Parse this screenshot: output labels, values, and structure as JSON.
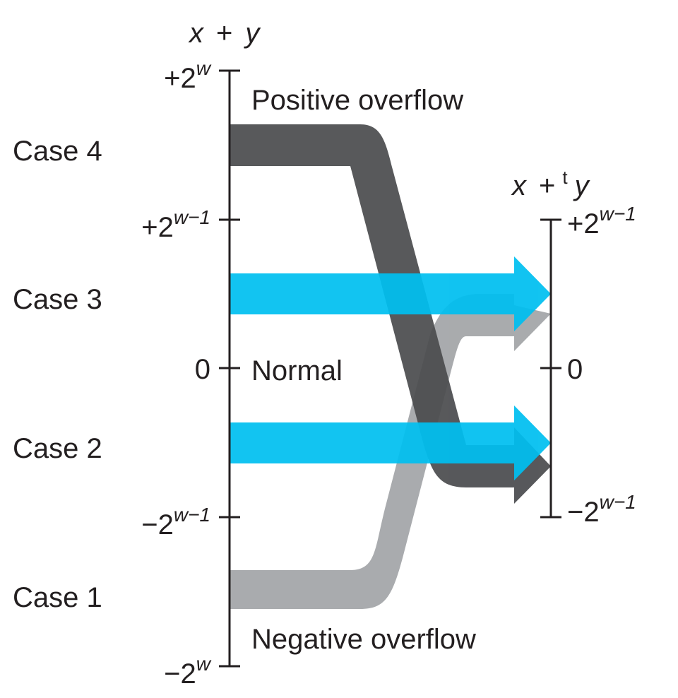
{
  "diagram": {
    "left_axis": {
      "title_var1": "x",
      "title_op": "+",
      "title_var2": "y",
      "ticks": [
        {
          "base": "+2",
          "exp": "w"
        },
        {
          "base": "+2",
          "exp": "w−1"
        },
        {
          "base": "0",
          "exp": ""
        },
        {
          "base": "−2",
          "exp": "w−1"
        },
        {
          "base": "−2",
          "exp": "w"
        }
      ]
    },
    "right_axis": {
      "title_var1": "x",
      "title_op": "+",
      "title_sup": "t",
      "title_var2": "y",
      "ticks": [
        {
          "base": "+2",
          "exp": "w−1"
        },
        {
          "base": "0",
          "exp": ""
        },
        {
          "base": "−2",
          "exp": "w−1"
        }
      ]
    },
    "cases": [
      "Case 4",
      "Case 3",
      "Case 2",
      "Case 1"
    ],
    "regions": {
      "positive_overflow": "Positive overflow",
      "normal": "Normal",
      "negative_overflow": "Negative overflow"
    },
    "colors": {
      "axis": "#231f20",
      "case4_band": "#4b4c4f",
      "case1_band": "#a2a4a7",
      "normal_band": "#00bff0"
    }
  }
}
